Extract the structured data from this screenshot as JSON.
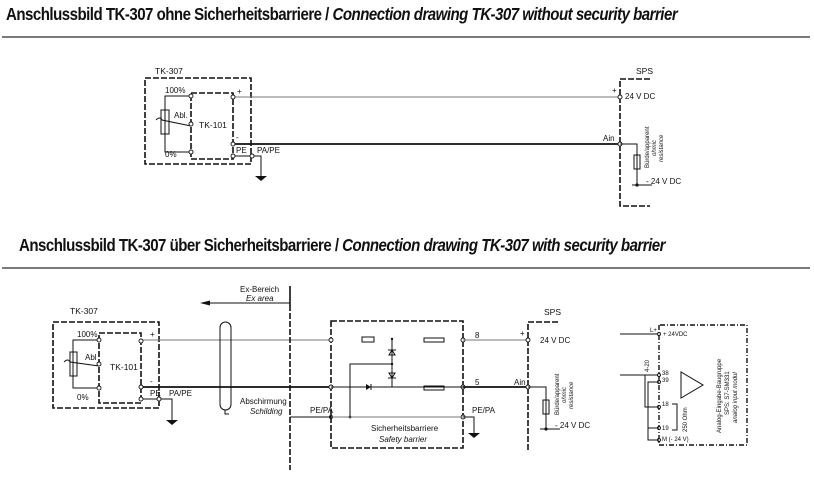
{
  "section1": {
    "title_de": "Anschlussbild TK-307 ohne Sicherheitsbarriere / ",
    "title_en": "Connection drawing TK-307 without security barrier",
    "device": "TK-307",
    "module": "TK-101",
    "pct_high": "100%",
    "pct_low": "0%",
    "wiper": "Abl.",
    "plus": "+",
    "minus": "-",
    "pe": "PE",
    "pa_pe": "PA/PE",
    "sps": "SPS",
    "v_plus": "24 V DC",
    "v_minus": "- 24 V DC",
    "ain": "Ain",
    "burden_1": "Bürde/apparent",
    "burden_2": "ohmic",
    "burden_3": "resistance"
  },
  "section2": {
    "title_de": "Anschlussbild TK-307 über Sicherheitsbarriere / ",
    "title_en": "Connection drawing TK-307 with security barrier",
    "device": "TK-307",
    "module": "TK-101",
    "pct_high": "100%",
    "pct_low": "0%",
    "wiper": "Abl",
    "plus": "+",
    "minus": "-",
    "pe": "PE",
    "pa_pe": "PA/PE",
    "ex_area_de": "Ex-Bereich",
    "ex_area_en": "Ex area",
    "shield_de": "Abschirmung",
    "shield_en": "Schilding",
    "barrier_pe_left": "PE/PA",
    "barrier_pe_right": "PE/PA",
    "terminal_8": "8",
    "terminal_5": "5",
    "barrier_de": "Sicherheitsbarriere",
    "barrier_en": "Safety barrier",
    "sps": "SPS",
    "v_plus": "24 V DC",
    "v_minus": "- 24 V DC",
    "ain": "Ain",
    "burden_1": "Bürde/apparent",
    "burden_2": "ohmic",
    "burden_3": "resistance"
  },
  "analog_module": {
    "pin_l_plus": "L+",
    "supply": "+ 24VDC",
    "pin_38a": "38",
    "pin_38b": "39",
    "pin_18": "18",
    "pin_19": "19",
    "pin_m": "M (- 24 V)",
    "wire_label": "4-20",
    "resistor": "250 Ohm",
    "desc_1": "Analog-Eingabe-Baugruppe",
    "desc_2": "SPS: S7-SM331",
    "desc_3": "analog input modul"
  }
}
